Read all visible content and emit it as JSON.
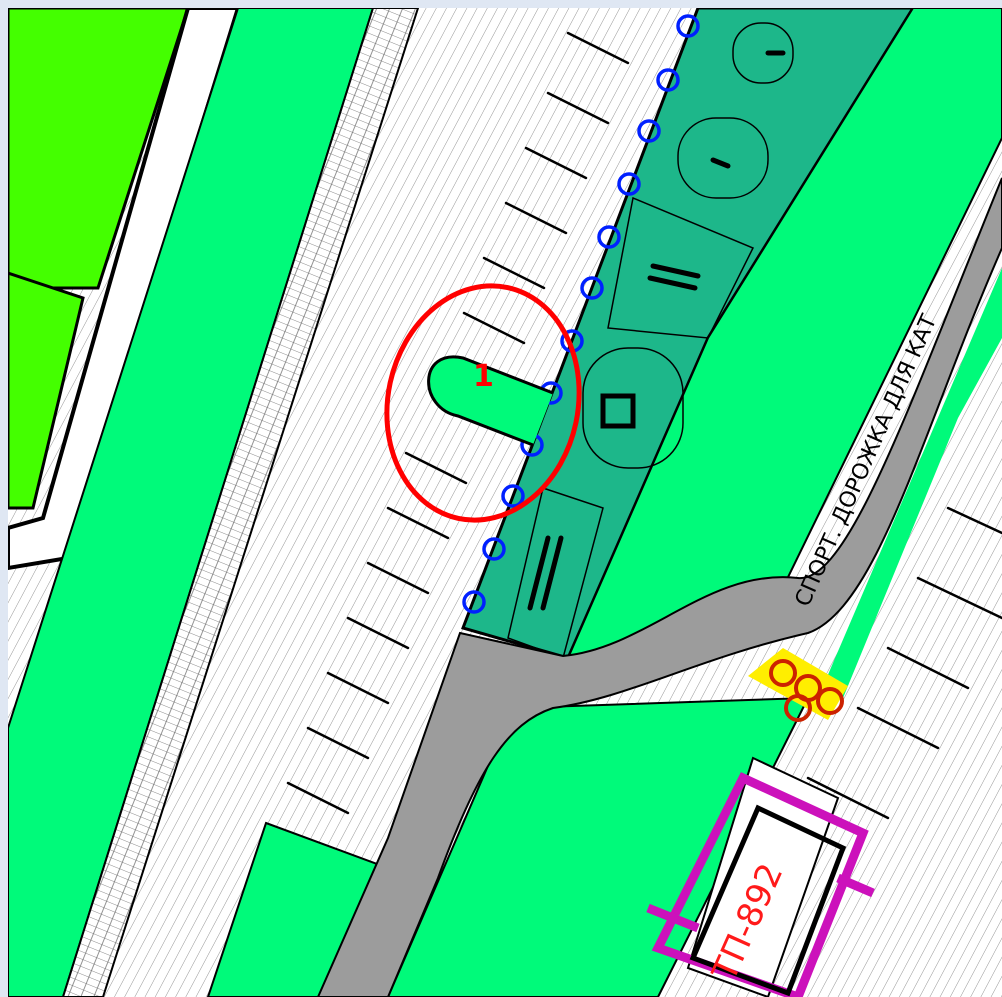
{
  "plan": {
    "marker_label": "1",
    "sport_path_label": "СПОРТ. ДОРОЖКА ДЛЯ КАТ",
    "substation_label": "ТП-892"
  },
  "colors": {
    "lawn": "#00fa7a",
    "lawn_bright": "#44ff00",
    "playground": "#1db78a",
    "path": "#9c9c9c",
    "highlight": "#ff0000",
    "substation": "#cc11bb",
    "crossing_fill": "#ffee00",
    "crossing_line": "#cc2200",
    "bollard": "#0020ff"
  }
}
